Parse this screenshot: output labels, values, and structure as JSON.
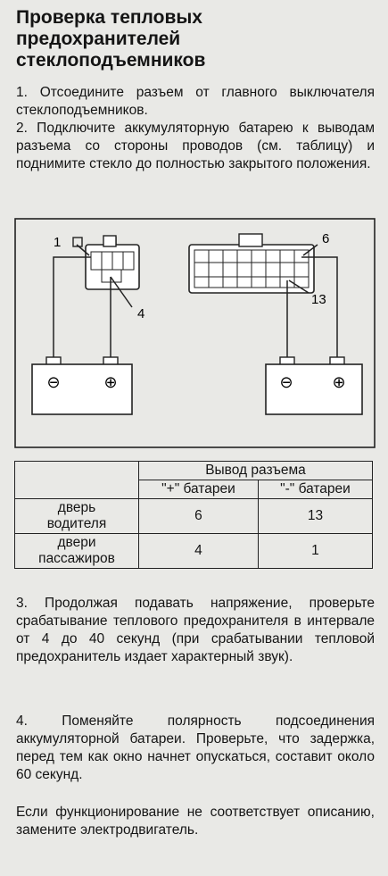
{
  "title": [
    "Проверка тепловых",
    "предохранителей",
    "стеклоподъемников"
  ],
  "steps": {
    "s1": "1. Отсоедините разъем от главного выключателя стеклоподъемников.",
    "s2": "2. Подключите аккумуляторную батарею к выводам разъема со стороны проводов (см. таблицу) и поднимите стекло до полностью закрытого положения.",
    "s3": "3. Продолжая подавать напряжение, проверьте срабатывание теплового предохранителя в интервале от 4 до 40 секунд (при срабатывании тепловой предохранитель издает характерный звук).",
    "s4": "4. Поменяйте полярность подсоединения аккумуляторной батареи. Проверьте, что задержка, перед тем как окно начнет опускаться, составит около 60 секунд.",
    "final": "Если функционирование не соответствует описанию, замените электродвигатель."
  },
  "diagram": {
    "labels": {
      "pin1": "1",
      "pin4": "4",
      "pin6": "6",
      "pin13": "13"
    },
    "battery_minus": "⊖",
    "battery_plus": "⊕"
  },
  "table": {
    "header": "Вывод разъема",
    "col_plus": "\"+\" батареи",
    "col_minus": "\"-\" батареи",
    "rows": [
      {
        "door": [
          "дверь",
          "водителя"
        ],
        "plus": "6",
        "minus": "13"
      },
      {
        "door": [
          "двери",
          "пассажиров"
        ],
        "plus": "4",
        "minus": "1"
      }
    ]
  }
}
